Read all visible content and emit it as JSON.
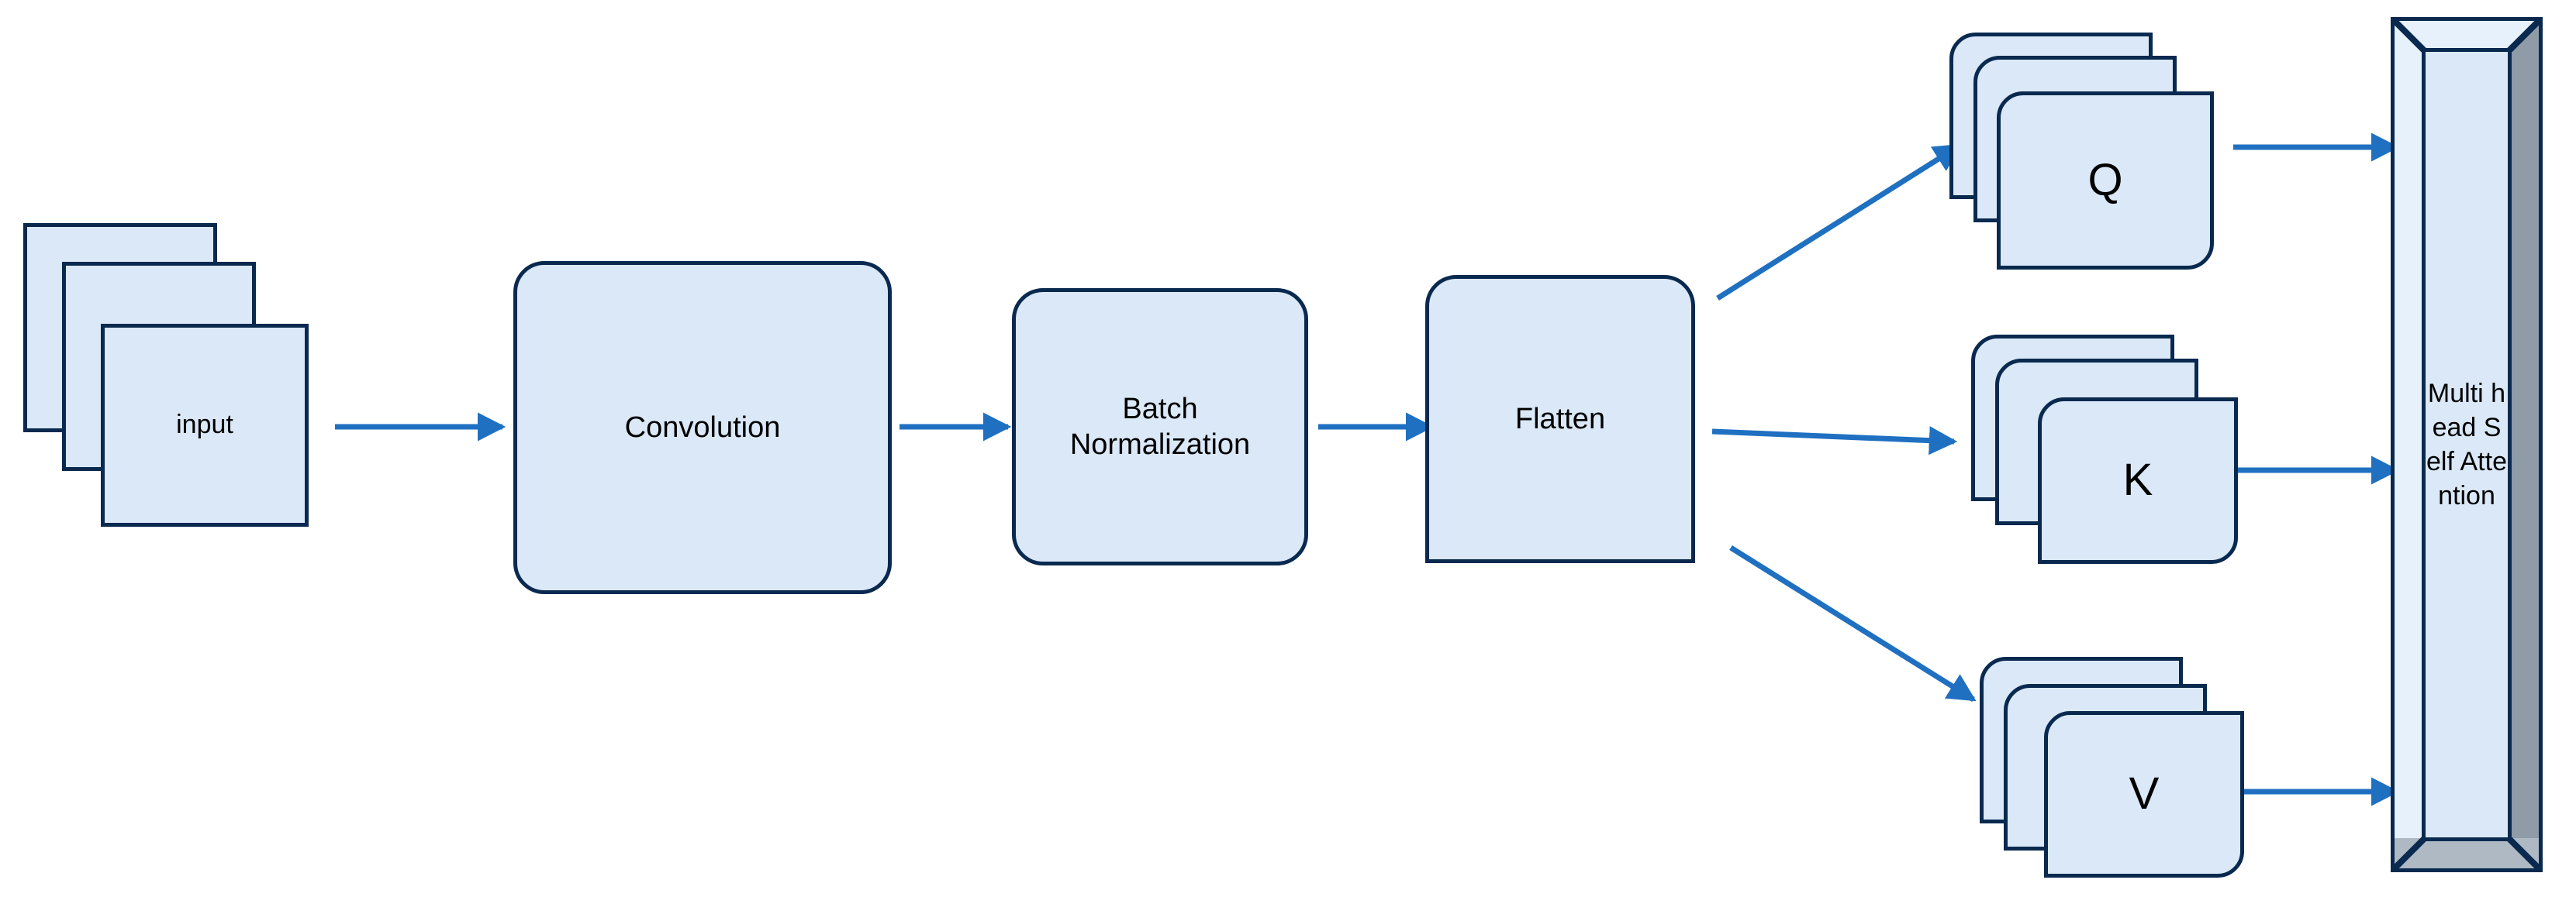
{
  "diagram": {
    "title": "CNN with Multi-head Self Attention architecture",
    "type": "flowchart",
    "colors": {
      "node_fill": "#dae8f7",
      "node_stroke": "#09294f",
      "arrow": "#1f70c1",
      "prism_side_light": "#e7f1fb",
      "prism_side_dark": "#8f9ba6",
      "prism_bottom": "#aeb9c4",
      "background": "#ffffff"
    },
    "nodes": [
      {
        "id": "input",
        "label": "input",
        "shape": "stacked-rectangle"
      },
      {
        "id": "conv",
        "label": "Convolution",
        "shape": "rounded-rectangle"
      },
      {
        "id": "batchnorm",
        "label": "Batch\nNormalization",
        "shape": "rounded-rectangle"
      },
      {
        "id": "flatten",
        "label": "Flatten",
        "shape": "rounded-top-rectangle"
      },
      {
        "id": "q",
        "label": "Q",
        "shape": "stacked-rounded-rectangle"
      },
      {
        "id": "k",
        "label": "K",
        "shape": "stacked-rounded-rectangle"
      },
      {
        "id": "v",
        "label": "V",
        "shape": "stacked-rounded-rectangle"
      },
      {
        "id": "attention",
        "label": "Multi head Self Attention",
        "shape": "3d-prism"
      }
    ],
    "edges": [
      {
        "from": "input",
        "to": "conv",
        "style": "straight-arrow"
      },
      {
        "from": "conv",
        "to": "batchnorm",
        "style": "straight-arrow"
      },
      {
        "from": "batchnorm",
        "to": "flatten",
        "style": "straight-arrow"
      },
      {
        "from": "flatten",
        "to": "q",
        "style": "diagonal-up-arrow"
      },
      {
        "from": "flatten",
        "to": "k",
        "style": "straight-arrow"
      },
      {
        "from": "flatten",
        "to": "v",
        "style": "diagonal-down-arrow"
      },
      {
        "from": "q",
        "to": "attention",
        "style": "straight-arrow"
      },
      {
        "from": "k",
        "to": "attention",
        "style": "straight-arrow"
      },
      {
        "from": "v",
        "to": "attention",
        "style": "straight-arrow"
      }
    ]
  },
  "labels": {
    "input": "input",
    "convolution": "Convolution",
    "batch_normalization": "Batch\nNormalization",
    "flatten": "Flatten",
    "q": "Q",
    "k": "K",
    "v": "V",
    "attention": "Multi head Self Attention"
  }
}
